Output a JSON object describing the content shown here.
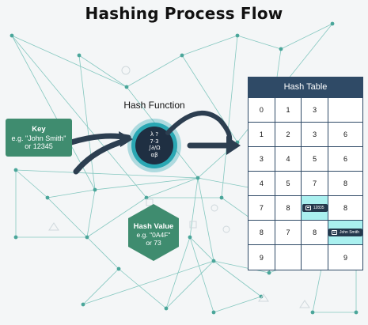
{
  "title": "Hashing Process Flow",
  "key": {
    "title": "Key",
    "example": "e.g. \"John Smith\"",
    "alt": "or 12345"
  },
  "hash_function": {
    "label": "Hash Function",
    "lines": [
      "λ ?",
      "7·3",
      "∫∂/Ω",
      "αβ"
    ]
  },
  "hash_value": {
    "title": "Hash Value",
    "example": "e.g. \"0A4F\"",
    "alt": "or 73"
  },
  "hash_table": {
    "title": "Hash Table",
    "cells": [
      {
        "text": "0"
      },
      {
        "text": "1"
      },
      {
        "text": "3"
      },
      {
        "text": ""
      },
      {
        "text": "1"
      },
      {
        "text": "2"
      },
      {
        "text": "3"
      },
      {
        "text": "6"
      },
      {
        "text": "3"
      },
      {
        "text": "4"
      },
      {
        "text": "5"
      },
      {
        "text": "6"
      },
      {
        "text": "4"
      },
      {
        "text": "5"
      },
      {
        "text": "7"
      },
      {
        "text": "8"
      },
      {
        "text": "7"
      },
      {
        "text": "8"
      },
      {
        "chip": "12835",
        "highlight": true
      },
      {
        "text": "8"
      },
      {
        "text": "8"
      },
      {
        "text": "7"
      },
      {
        "text": "8"
      },
      {
        "chip": "John Smith",
        "highlight": true
      },
      {
        "text": "9"
      },
      {
        "text": ""
      },
      {
        "text": ""
      },
      {
        "text": "9"
      }
    ]
  },
  "colors": {
    "key_box": "#3f8c6f",
    "hash_value_hex": "#3f8c6f",
    "function_ring": "#2aa7b3",
    "function_core": "#1f2f42",
    "arrow": "#2c3e50",
    "table_header": "#2f4a66",
    "highlight": "#aaf0ef",
    "network": "#5fb8ad"
  }
}
